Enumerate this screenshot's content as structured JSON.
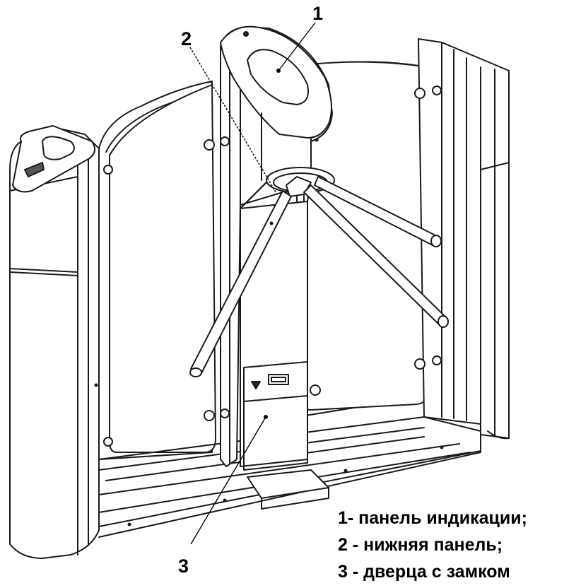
{
  "callouts": {
    "c1": "1",
    "c2": "2",
    "c3": "3"
  },
  "legend": {
    "items": [
      "1- панель индикации;",
      "2 - нижняя панель;",
      "3 - дверца с замком"
    ]
  }
}
